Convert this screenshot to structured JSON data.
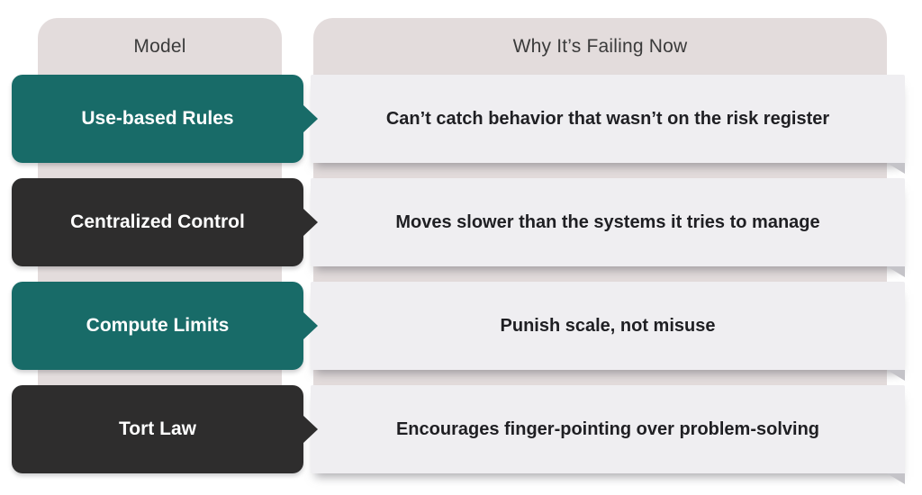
{
  "table": {
    "columns": [
      {
        "header": "Model"
      },
      {
        "header": "Why It’s Failing Now"
      }
    ],
    "rows": [
      {
        "model": "Use-based Rules",
        "why": "Can’t catch behavior that wasn’t on the risk register",
        "variant": "teal"
      },
      {
        "model": "Centralized Control",
        "why": "Moves slower than the systems it tries to manage",
        "variant": "dark"
      },
      {
        "model": "Compute Limits",
        "why": "Punish scale, not misuse",
        "variant": "teal"
      },
      {
        "model": "Tort Law",
        "why": "Encourages finger-pointing over problem-solving",
        "variant": "dark"
      }
    ],
    "arrow_icon": "arrow-right",
    "colors": {
      "teal_box": "#186b68",
      "dark_box": "#2e2d2d",
      "column_background": "#e3dcdc",
      "panel_background": "#efeef1",
      "header_text": "#3b3b3b",
      "panel_text": "#1f1f23",
      "box_text": "#ffffff"
    }
  }
}
